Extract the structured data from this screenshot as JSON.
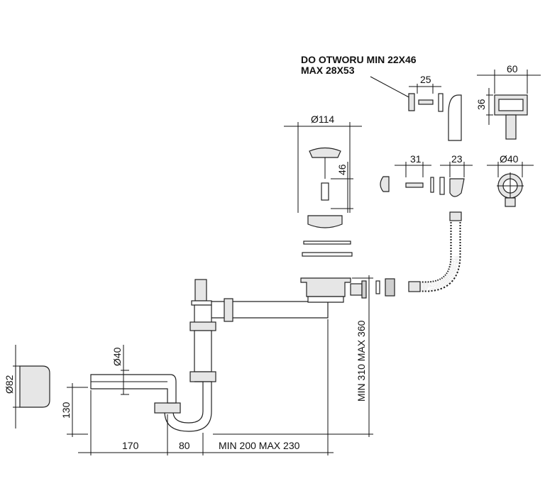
{
  "overflow_note": {
    "line1": "DO OTWORU MIN 22X46",
    "line2": "MAX 28X53"
  },
  "dimensions": {
    "overflow_screw_len": "25",
    "overflow_cover_width": "60",
    "overflow_cover_height": "36",
    "strainer_diameter": "Ø114",
    "strainer_height": "46",
    "plug_len": "31",
    "plug_width": "23",
    "plug_diameter": "Ø40",
    "pipe_diameter": "Ø40",
    "adapter_diameter": "Ø82",
    "trap_height": "130",
    "outlet_offset": "170",
    "trap_width": "80",
    "arm_length": "MIN 200 MAX 230",
    "vertical_height": "MIN 310 MAX 360"
  }
}
